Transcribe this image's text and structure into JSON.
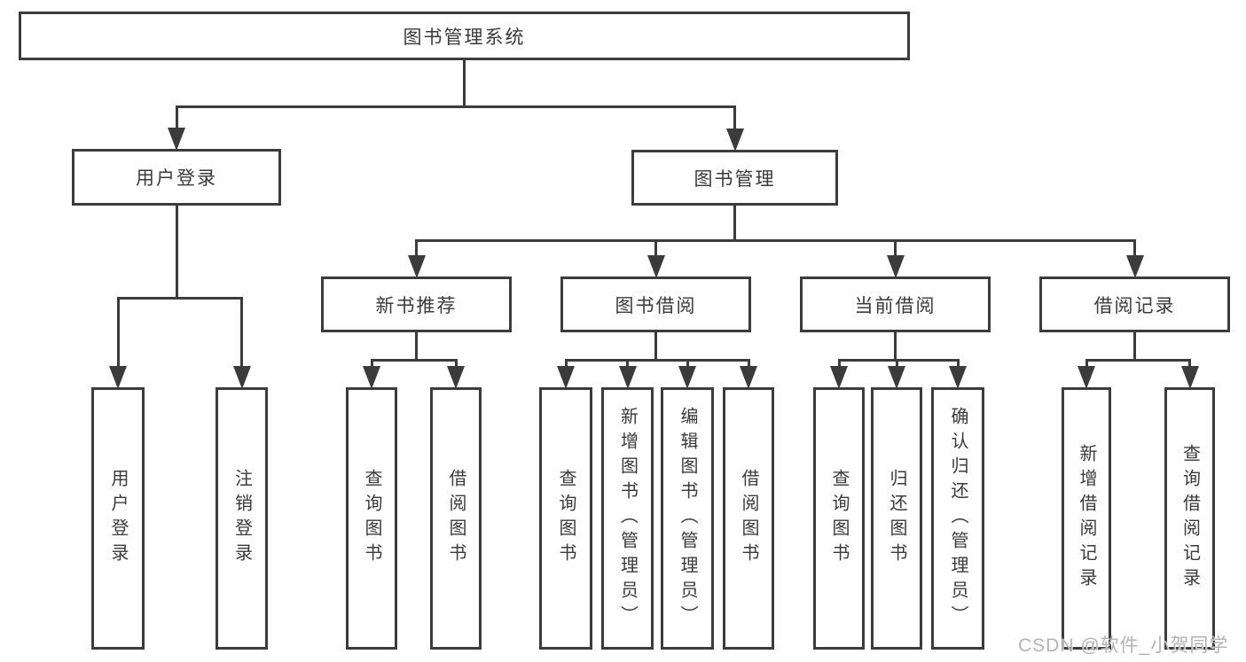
{
  "diagram": {
    "type": "tree",
    "title": "图书管理系统",
    "watermark": "CSDN @软件_小贺同学",
    "colors": {
      "line": "#3b3b3b",
      "box_border": "#3c3c3c",
      "text": "#3a3a3a",
      "background": "#ffffff",
      "watermark_text": "#b3b3b3"
    },
    "nodes": [
      {
        "id": "root",
        "label": "图书管理系统",
        "parent": null
      },
      {
        "id": "user-login",
        "label": "用户登录",
        "parent": "root"
      },
      {
        "id": "book-mgmt",
        "label": "图书管理",
        "parent": "root"
      },
      {
        "id": "login",
        "label": "用户登录",
        "parent": "user-login"
      },
      {
        "id": "logout",
        "label": "注销登录",
        "parent": "user-login"
      },
      {
        "id": "new-book-rec",
        "label": "新书推荐",
        "parent": "book-mgmt"
      },
      {
        "id": "book-borrow",
        "label": "图书借阅",
        "parent": "book-mgmt"
      },
      {
        "id": "current-borrow",
        "label": "当前借阅",
        "parent": "book-mgmt"
      },
      {
        "id": "borrow-records",
        "label": "借阅记录",
        "parent": "book-mgmt"
      },
      {
        "id": "rec-query-book",
        "label": "查询图书",
        "parent": "new-book-rec"
      },
      {
        "id": "rec-borrow-book",
        "label": "借阅图书",
        "parent": "new-book-rec"
      },
      {
        "id": "bb-query-book",
        "label": "查询图书",
        "parent": "book-borrow"
      },
      {
        "id": "bb-add-book",
        "label": "新增图书（管理员）",
        "parent": "book-borrow"
      },
      {
        "id": "bb-edit-book",
        "label": "编辑图书（管理员）",
        "parent": "book-borrow"
      },
      {
        "id": "bb-borrow-book",
        "label": "借阅图书",
        "parent": "book-borrow"
      },
      {
        "id": "cb-query-book",
        "label": "查询图书",
        "parent": "current-borrow"
      },
      {
        "id": "cb-return-book",
        "label": "归还图书",
        "parent": "current-borrow"
      },
      {
        "id": "cb-confirm-return",
        "label": "确认归还（管理员）",
        "parent": "current-borrow"
      },
      {
        "id": "br-add-record",
        "label": "新增借阅记录",
        "parent": "borrow-records"
      },
      {
        "id": "br-query-record",
        "label": "查询借阅记录",
        "parent": "borrow-records"
      }
    ]
  }
}
